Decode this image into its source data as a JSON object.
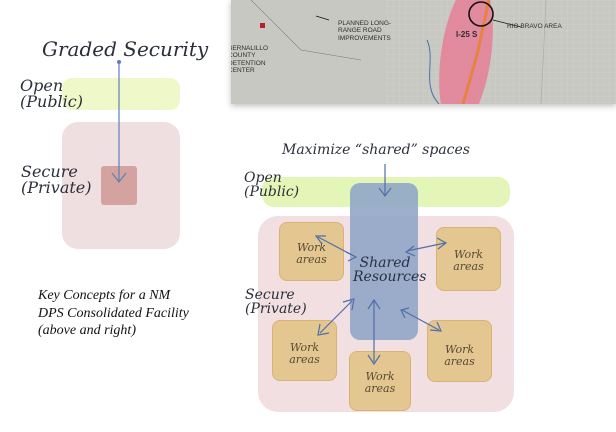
{
  "map": {
    "labels": {
      "planned": "Planned Long-\nRange road\nimprovements",
      "rio": "Rio Bravo Area",
      "i25": "I-25 S",
      "jail": "Bernalillo\nCounty\nDetention\nCenter"
    },
    "colors": {
      "bg": "#c9c9c4",
      "interstate": "#e57f98",
      "road": "#e8823f"
    }
  },
  "left_diagram": {
    "title": "Graded Security",
    "open_label": "Open\n(Public)",
    "secure_label": "Secure\n(Private)",
    "colors": {
      "open": "#eef8c9",
      "secure": "#f0dfe0",
      "core": "#d4a39f",
      "arrow": "#5f7fb6"
    }
  },
  "right_diagram": {
    "title": "Maximize “shared” spaces",
    "open_label": "Open\n(Public)",
    "secure_label": "Secure\n(Private)",
    "shared_label": "Shared\nResources",
    "work_areas": [
      "Work\nareas",
      "Work\nareas",
      "Work\nareas",
      "Work\nareas",
      "Work\nareas"
    ],
    "colors": {
      "open": "#e3f6b7",
      "secure": "#f1dfe2",
      "shared": "#8ea5c7",
      "work": "#e2c48a",
      "arrow": "#4f6fa8"
    }
  },
  "caption": {
    "line1": "Key Concepts for a NM",
    "line2": "DPS Consolidated Facility",
    "line3": "(above and right)"
  }
}
